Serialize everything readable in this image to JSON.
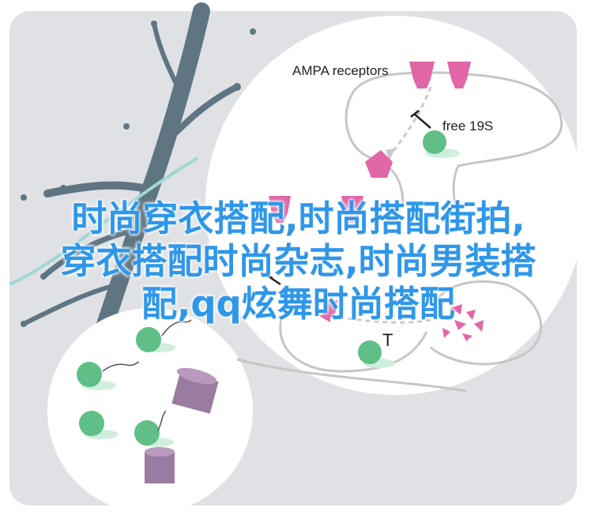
{
  "labels": {
    "ampa": "AMPA receptors",
    "free19s": "free 19S",
    "t_mark": "T"
  },
  "headline": {
    "line1": "时尚穿衣搭配,时尚搭配街拍,",
    "line2": "穿衣搭配时尚杂志,时尚男装搭",
    "line3": "配,qq炫舞时尚搭配"
  },
  "colors": {
    "panel": "#dfe1e4",
    "branch": "#5f7582",
    "circle": "#ffffff",
    "receptor": "#e066a6",
    "proteasome": "#5fbf86",
    "cylinder": "#9a7ca0",
    "arrow": "#c9c9c9",
    "headline": "#2f97ea"
  },
  "icons": [
    "receptor-icon",
    "proteasome-icon",
    "inhibit-icon",
    "dashed-arrow-icon",
    "cylinder-icon",
    "fragments-icon"
  ]
}
